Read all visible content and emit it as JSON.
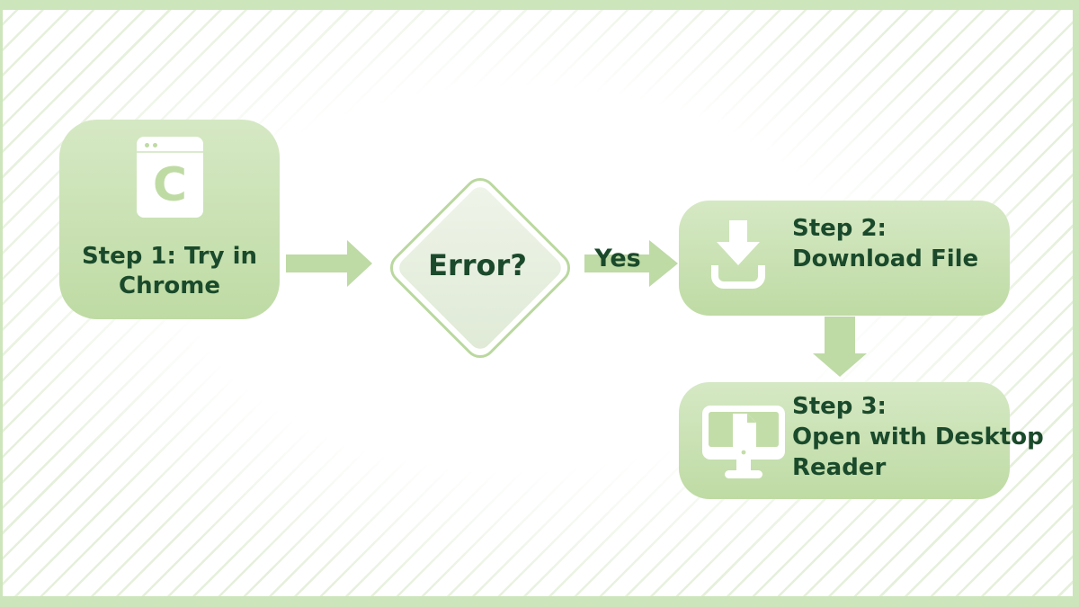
{
  "palette": {
    "frame_green": "#cde5bb",
    "stripe": "rgba(170, 206, 138, 0.30)",
    "node_green_light": "#d5e8c4",
    "node_green": "#bfdba4",
    "arrow_green": "#bedaa5",
    "diamond_border": "#bad89f",
    "diamond_fill_light": "#eff4e9",
    "diamond_fill": "#dfead6",
    "text_green": "#1a4a2b",
    "icon_white": "#ffffff"
  },
  "flowchart": {
    "step1": {
      "lines": [
        "Step 1: Try in",
        "Chrome"
      ],
      "icon": "chrome-browser-icon",
      "chrome_letter": "C"
    },
    "decision": {
      "label": "Error?"
    },
    "yes_edge": {
      "label": "Yes"
    },
    "step2": {
      "lines": [
        "Step 2:",
        "Download File"
      ],
      "icon": "download-icon"
    },
    "step3": {
      "lines": [
        "Step 3:",
        "Open with Desktop",
        "Reader"
      ],
      "icon": "desktop-monitor-icon"
    }
  }
}
